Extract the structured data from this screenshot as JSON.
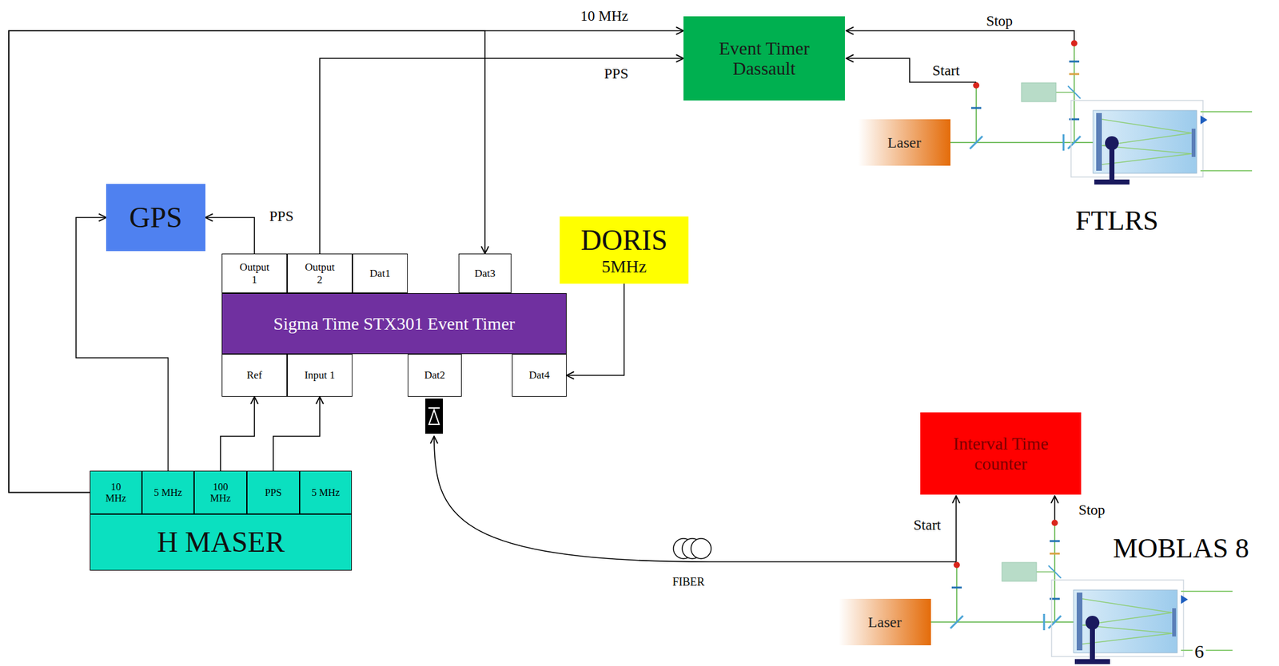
{
  "diagram": {
    "nodes": [
      {
        "text": [
          "Event Timer Dassault"
        ]
      },
      {
        "text": [
          "GPS"
        ]
      },
      {
        "text": [
          "Output 1"
        ]
      },
      {
        "text": [
          "Output 2"
        ]
      },
      {
        "text": [
          "Dat1"
        ]
      },
      {
        "text": [
          "Dat3"
        ]
      },
      {
        "text": [
          "DORIS",
          "5MHz"
        ]
      },
      {
        "text": [
          "Sigma Time STX301 Event Timer"
        ]
      },
      {
        "text": [
          "Ref"
        ]
      },
      {
        "text": [
          "Input 1"
        ]
      },
      {
        "text": [
          "Dat2"
        ]
      },
      {
        "text": [
          "Dat4"
        ]
      },
      {
        "text": [
          "Interval Time counter"
        ]
      },
      {
        "text": [
          "10 MHz"
        ]
      },
      {
        "text": [
          "5 MHz"
        ]
      },
      {
        "text": [
          "100 MHz"
        ]
      },
      {
        "text": [
          "PPS"
        ]
      },
      {
        "text": [
          "5 MHz"
        ]
      },
      {
        "text": [
          "H MASER"
        ]
      },
      {
        "text": [
          "Laser"
        ]
      },
      {
        "text": [
          "Laser"
        ]
      }
    ],
    "edges": [
      {
        "from": 13,
        "to": 0,
        "label": "10 MHz",
        "arrow": "to"
      },
      {
        "from": 13,
        "to": 5,
        "arrow": "to"
      },
      {
        "from": 14,
        "to": 1,
        "arrow": "to"
      },
      {
        "from": 2,
        "to": 1,
        "label": "PPS",
        "arrow": "to"
      },
      {
        "from": 3,
        "to": 0,
        "label": "PPS",
        "arrow": "to"
      },
      {
        "from": 15,
        "to": 8,
        "arrow": "to"
      },
      {
        "from": 16,
        "to": 9,
        "arrow": "to"
      },
      {
        "from": 6,
        "to": 11,
        "arrow": "to"
      }
    ],
    "labels": [
      "Stop",
      "Start",
      "FTLRS",
      "Start",
      "Stop",
      "MOBLAS 8",
      "FIBER",
      "6"
    ]
  }
}
